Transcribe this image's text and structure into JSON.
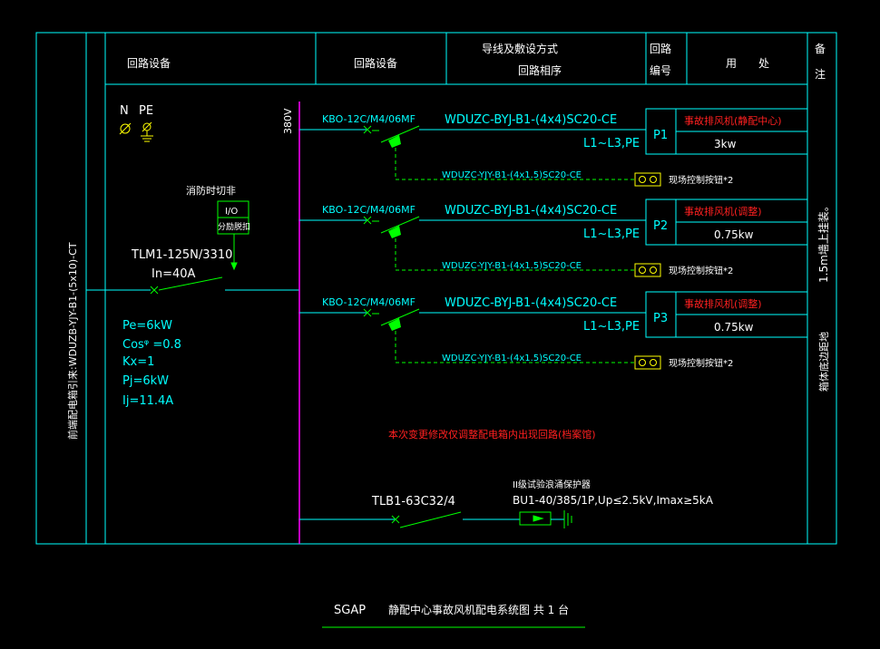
{
  "header": {
    "col1": "回路设备",
    "col2": "回路设备",
    "col3_line1": "导线及敷设方式",
    "col3_line2": "回路相序",
    "col4_line1": "回路",
    "col4_line2": "编号",
    "col5": "用　　处",
    "col6_line1": "备",
    "col6_line2": "注"
  },
  "incoming": {
    "cable": "前端配电箱引来:WDUZB-YJY-B1-(5x10)-CT",
    "n_label": "N",
    "pe_label": "PE",
    "fire_cut": "消防时切非",
    "io_label": "I/O",
    "shunt_label": "分励脱扣",
    "breaker": "TLM1-125N/3310",
    "rating": "In=40A",
    "pe": "Pe=6kW",
    "cos": "Cosᵠ =0.8",
    "kx": "Kx=1",
    "pj": "Pj=6kW",
    "ij": "Ij=11.4A",
    "voltage": "380V"
  },
  "circuits": [
    {
      "breaker": "KBO-12C/M4/06MF",
      "cable": "WDUZC-BYJ-B1-(4x4)SC20-CE",
      "phase": "L1~L3,PE",
      "control_cable": "WDUZC-YJY-B1-(4x1.5)SC20-CE",
      "button": "现场控制按钮*2",
      "id": "P1",
      "use": "事故排风机(静配中心)",
      "power": "3kw"
    },
    {
      "breaker": "KBO-12C/M4/06MF",
      "cable": "WDUZC-BYJ-B1-(4x4)SC20-CE",
      "phase": "L1~L3,PE",
      "control_cable": "WDUZC-YJY-B1-(4x1.5)SC20-CE",
      "button": "现场控制按钮*2",
      "id": "P2",
      "use": "事故排风机(调整)",
      "power": "0.75kw"
    },
    {
      "breaker": "KBO-12C/M4/06MF",
      "cable": "WDUZC-BYJ-B1-(4x4)SC20-CE",
      "phase": "L1~L3,PE",
      "control_cable": "WDUZC-YJY-B1-(4x1.5)SC20-CE",
      "button": "现场控制按钮*2",
      "id": "P3",
      "use": "事故排风机(调整)",
      "power": "0.75kw"
    }
  ],
  "notes": {
    "remark1": "1.5m墙上挂装。",
    "remark2": "箱体底边距地",
    "change_note": "本次变更修改仅调整配电箱内出现回路(档案馆)"
  },
  "spd": {
    "breaker": "TLB1-63C32/4",
    "title": "II级试验浪涌保护器",
    "spec": "BU1-40/385/1P,Up≤2.5kV,Imax≥5kA"
  },
  "footer": {
    "code": "SGAP",
    "title": "静配中心事故风机配电系统图  共 1 台"
  },
  "colors": {
    "frame": "#00ffff",
    "text": "#ffffff",
    "wire": "#00ffff",
    "device": "#00ff00",
    "busbar": "#ff00ff",
    "alert": "#ff2020",
    "ground": "#ffff00"
  }
}
